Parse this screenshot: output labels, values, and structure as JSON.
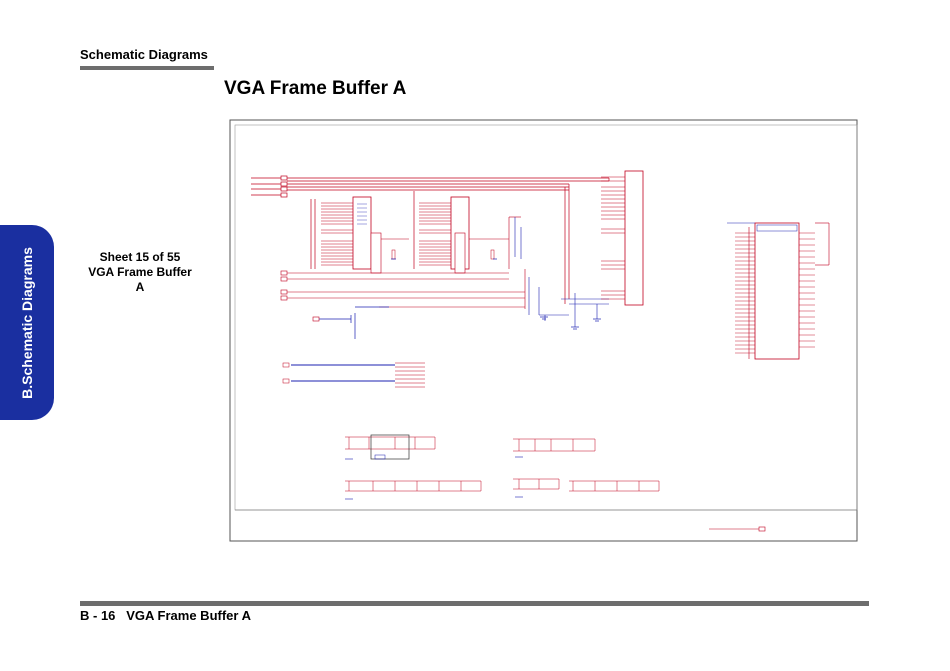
{
  "header": {
    "section": "Schematic  Diagrams"
  },
  "page": {
    "title": "VGA Frame Buffer A"
  },
  "side_tab": {
    "label": "B.Schematic Diagrams"
  },
  "sheet_info": {
    "line1": "Sheet 15 of 55",
    "line2": "VGA Frame Buffer",
    "line3": "A"
  },
  "footer": {
    "page_number": "B - 16",
    "title": "VGA Frame Buffer A"
  },
  "colors": {
    "tab_blue": "#1a2fa0",
    "wire_red": "#c0001e",
    "wire_blue": "#1b20b0",
    "bar_gray": "#6d6d6d"
  }
}
